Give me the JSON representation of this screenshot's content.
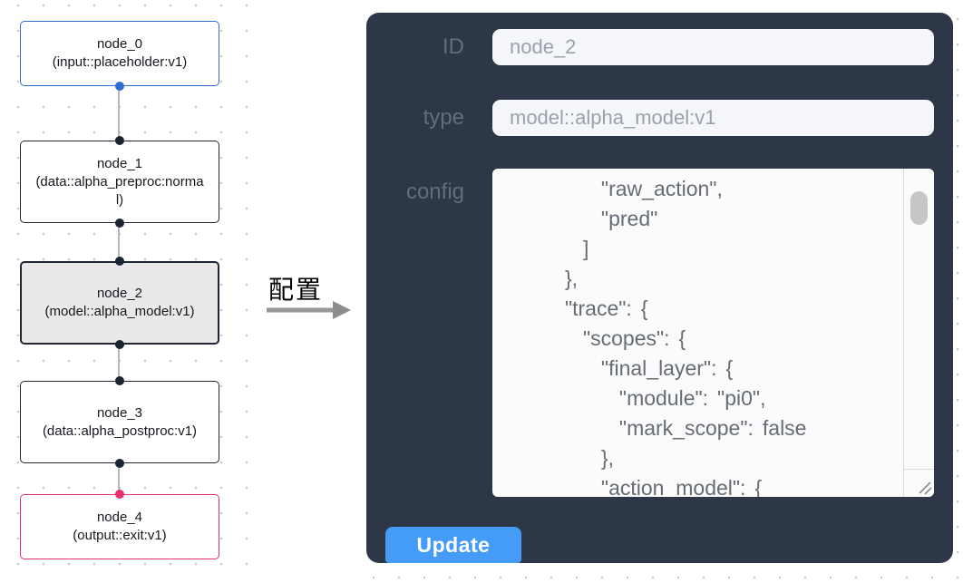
{
  "canvas": {
    "nodes": [
      {
        "title": "node_0",
        "subtitle": "(input::placeholder:v1)",
        "state": "input"
      },
      {
        "title": "node_1",
        "subtitle": "(data::alpha_preproc:normal)",
        "state": "default"
      },
      {
        "title": "node_2",
        "subtitle": "(model::alpha_model:v1)",
        "state": "selected"
      },
      {
        "title": "node_3",
        "subtitle": "(data::alpha_postproc:v1)",
        "state": "default"
      },
      {
        "title": "node_4",
        "subtitle": "(output::exit:v1)",
        "state": "output"
      }
    ]
  },
  "annotation": {
    "label": "配置",
    "arrow_icon": "arrow-right-icon"
  },
  "panel": {
    "id_field": {
      "label": "ID",
      "value": "node_2"
    },
    "type_field": {
      "label": "type",
      "value": "model::alpha_model:v1"
    },
    "config_field": {
      "label": "config",
      "value": "        \"raw_action\",\n        \"pred\"\n      ]\n    },\n    \"trace\": {\n      \"scopes\": {\n        \"final_layer\": {\n          \"module\": \"pi0\",\n          \"mark_scope\": false\n        },\n        \"action_model\": {"
    },
    "update_button": "Update"
  },
  "colors": {
    "panel_bg": "#2d3748",
    "accent_blue": "#459cf8",
    "input_node_border": "#2e6bd3",
    "output_node_border": "#ea2f6e",
    "selected_node_bg": "#e9e9e9",
    "port_dark": "#1b2433"
  }
}
